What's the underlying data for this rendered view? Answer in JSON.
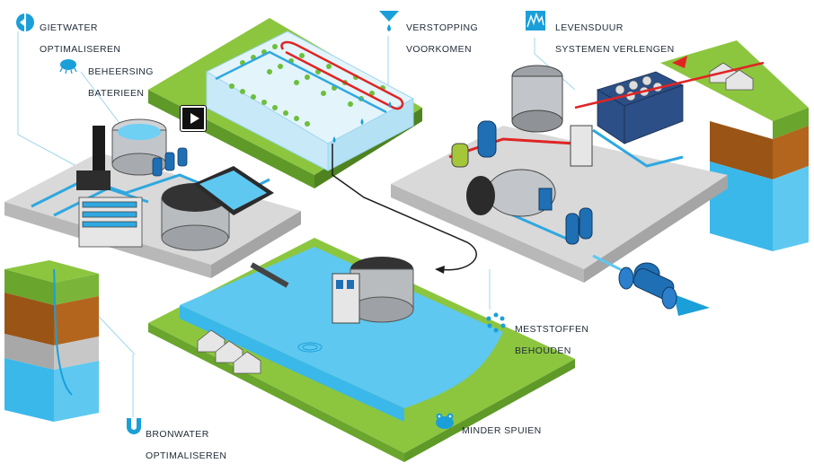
{
  "callouts": {
    "gietwater": {
      "line1": "GIETWATER",
      "line2": "OPTIMALISEREN",
      "icon": "water-drop-split-icon"
    },
    "verstopping": {
      "line1": "VERSTOPPING",
      "line2": "VOORKOMEN",
      "icon": "funnel-drop-icon"
    },
    "levensduur": {
      "line1": "LEVENSDUUR",
      "line2": "SYSTEMEN VERLENGEN",
      "icon": "wave-graph-icon"
    },
    "bacterien": {
      "line1": "BEHEERSING",
      "line2": "BATERIEEN",
      "icon": "bacteria-icon"
    },
    "meststoffen": {
      "line1": "MESTSTOFFEN",
      "line2": "BEHOUDEN",
      "icon": "recycle-dots-icon"
    },
    "spuien": {
      "line1": "MINDER SPUIEN",
      "icon": "frog-icon"
    },
    "bronwater": {
      "line1": "BRONWATER",
      "line2": "OPTIMALISEREN",
      "icon": "magnet-icon"
    }
  },
  "colors": {
    "accent": "#1a9fd9",
    "water": "#5ec8f0",
    "grass": "#7ab53a",
    "soil": "#9a5416",
    "pipe_red": "#e02424",
    "platform": "#d9d9d9",
    "equipment_blue": "#1f6fb5"
  },
  "play_icon": "play-icon"
}
